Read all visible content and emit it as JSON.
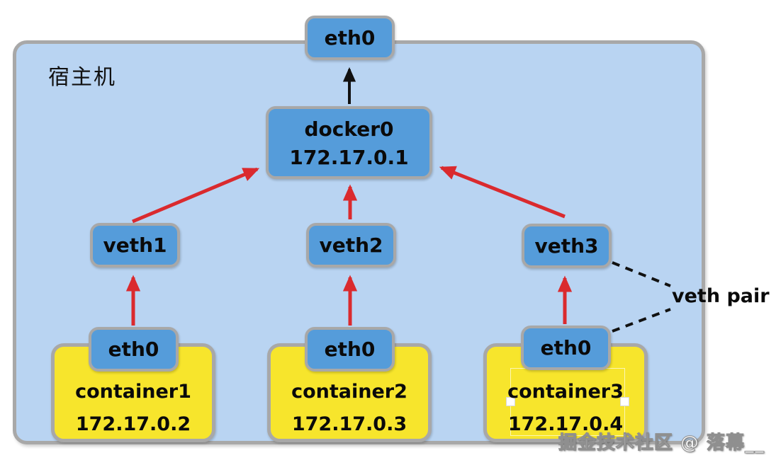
{
  "host": {
    "label": "宿主机"
  },
  "external_eth0": {
    "label": "eth0"
  },
  "docker0": {
    "name": "docker0",
    "ip": "172.17.0.1"
  },
  "veths": [
    {
      "label": "veth1"
    },
    {
      "label": "veth2"
    },
    {
      "label": "veth3"
    }
  ],
  "containers": [
    {
      "eth_label": "eth0",
      "name": "container1",
      "ip": "172.17.0.2"
    },
    {
      "eth_label": "eth0",
      "name": "container2",
      "ip": "172.17.0.3"
    },
    {
      "eth_label": "eth0",
      "name": "container3",
      "ip": "172.17.0.4"
    }
  ],
  "annotation": {
    "veth_pair_label": "veth pair"
  },
  "watermark": {
    "text": "掘金技术社区 @ 落幕__"
  },
  "colors": {
    "host_bg": "#b9d4f2",
    "node_blue": "#559cda",
    "container_yellow": "#f7e52c",
    "border_gray": "#a8a8a8",
    "arrow_red": "#da2a2e",
    "arrow_black": "#111111"
  }
}
